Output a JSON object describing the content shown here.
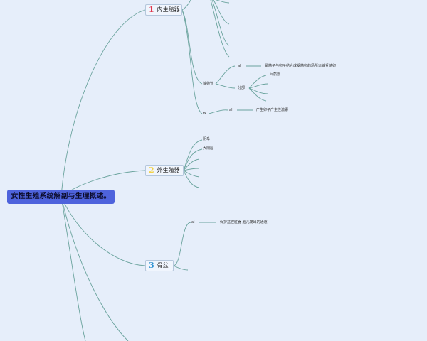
{
  "root": {
    "label": "女性生殖系统解剖与生理概述。"
  },
  "branches": [
    {
      "num": "1",
      "label": "内生殖器",
      "num_color": "#e0344a"
    },
    {
      "num": "2",
      "label": "外生殖器",
      "num_color": "#f2d24a"
    },
    {
      "num": "3",
      "label": "骨盆",
      "num_color": "#2a8fd0"
    }
  ],
  "nodes": {
    "shuluanguan": "输卵管",
    "ampulla": "al",
    "ampulla_note": "是精子与卵子结合成受精卵的场所运输受精卵",
    "fenbu": "分部",
    "jianzhibu": "间质部",
    "fx": "fx",
    "fx_al": "al",
    "fx_note": "产生卵子产生性激素",
    "yinfu": "阴阜",
    "dayinchun": "大阴唇",
    "pelvis_al": "al",
    "pelvis_note": "保护盆腔脏器 胎儿娩出的通道"
  },
  "colors": {
    "background": "#e6eefa",
    "line": "#6aa39d",
    "root_fill": "#4e63dc"
  }
}
